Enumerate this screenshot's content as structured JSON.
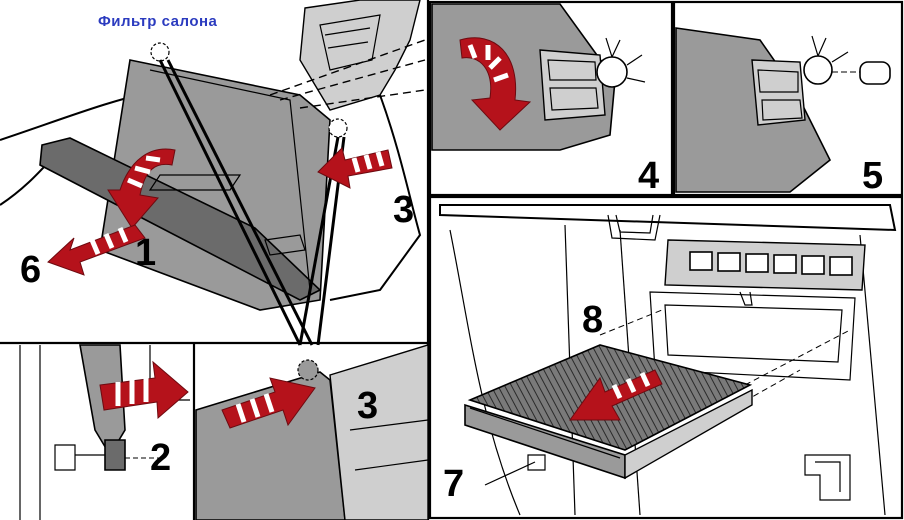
{
  "title": "Фильтр салона",
  "steps": {
    "s1": "1",
    "s2": "2",
    "s3a": "3",
    "s3b": "3",
    "s4": "4",
    "s5": "5",
    "s6": "6",
    "s7": "7",
    "s8": "8"
  },
  "colors": {
    "arrow": "#b5121b",
    "title": "#2b3bbf",
    "part_gray": "#9a9a9a"
  }
}
